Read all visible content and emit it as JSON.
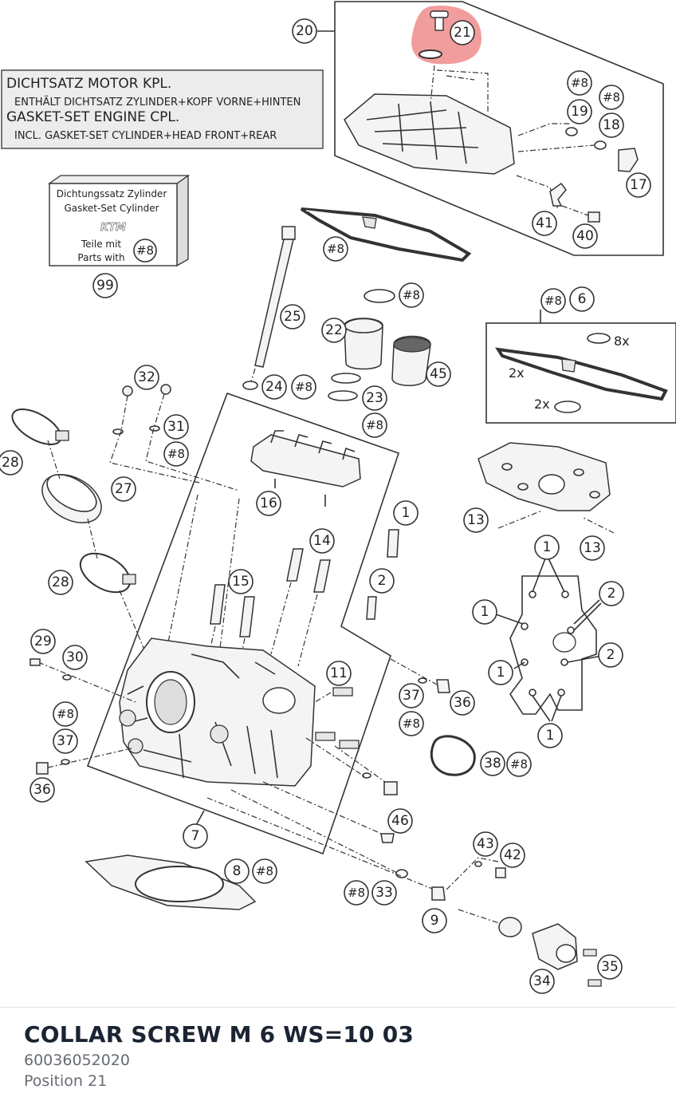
{
  "kit_box": {
    "line1": "DICHTSATZ MOTOR KPL.",
    "line2": "ENTHÄLT DICHTSATZ ZYLINDER+KOPF VORNE+HINTEN",
    "line3": "GASKET-SET ENGINE CPL.",
    "line4": "INCL. GASKET-SET CYLINDER+HEAD FRONT+REAR"
  },
  "cyl_box": {
    "line1": "Dichtungssatz Zylinder",
    "line2": "Gasket-Set Cylinder",
    "logo": "KTM",
    "line3": "Teile mit",
    "line4": "Parts with",
    "ref": "#8"
  },
  "quantity_labels": {
    "q8x": "8x",
    "q2x_a": "2x",
    "q2x_b": "2x"
  },
  "callouts": {
    "c20": "20",
    "c21": "21",
    "c8a": "#8",
    "c19": "19",
    "c8b": "#8",
    "c18": "18",
    "c17": "17",
    "c41": "41",
    "c40": "40",
    "c99": "99",
    "c8c": "#8",
    "c8d": "#8",
    "c25": "25",
    "c22": "22",
    "c45": "45",
    "c8e": "#8",
    "c6": "6",
    "c24": "24",
    "c8f": "#8",
    "c23": "23",
    "c8g": "#8",
    "c32": "32",
    "c31": "31",
    "c8h": "#8",
    "c28a": "28",
    "c27": "27",
    "c16": "16",
    "c1a": "1",
    "c13a": "13",
    "c13b": "13",
    "c1b": "1",
    "c14": "14",
    "c2a": "2",
    "c2b": "2",
    "c1c": "1",
    "c28b": "28",
    "c15": "15",
    "c2c": "2",
    "c1d": "1",
    "c29": "29",
    "c30": "30",
    "c11": "11",
    "c1e": "1",
    "c37a": "37",
    "c36a": "36",
    "c8i": "#8",
    "c8j": "#8",
    "c37b": "37",
    "c38": "38",
    "c8k": "#8",
    "c36b": "36",
    "c46": "46",
    "c7": "7",
    "c43": "43",
    "c42": "42",
    "c8": "8",
    "c8l": "#8",
    "c8m": "#8",
    "c33": "33",
    "c9": "9",
    "c35": "35",
    "c34": "34"
  },
  "selected_part": {
    "name": "COLLAR SCREW M 6 WS=10 03",
    "number": "60036052020",
    "position": "Position 21",
    "highlight_color": "#f08c8c"
  }
}
